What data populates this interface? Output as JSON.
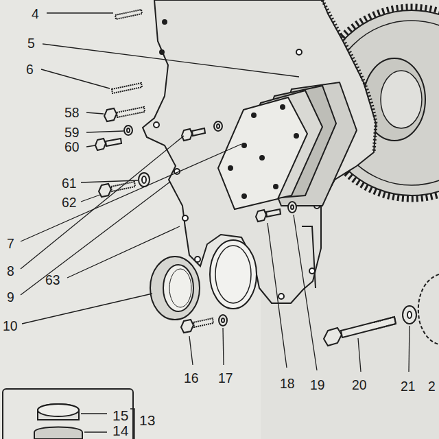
{
  "diagram": {
    "nodes": [
      {
        "text": [
          "15",
          "13",
          "14"
        ]
      }
    ],
    "labels": [
      "4",
      "5",
      "6",
      "58",
      "59",
      "60",
      "61",
      "62",
      "7",
      "8",
      "9",
      "63",
      "10",
      "16",
      "17",
      "18",
      "19",
      "20",
      "21",
      "2"
    ]
  }
}
